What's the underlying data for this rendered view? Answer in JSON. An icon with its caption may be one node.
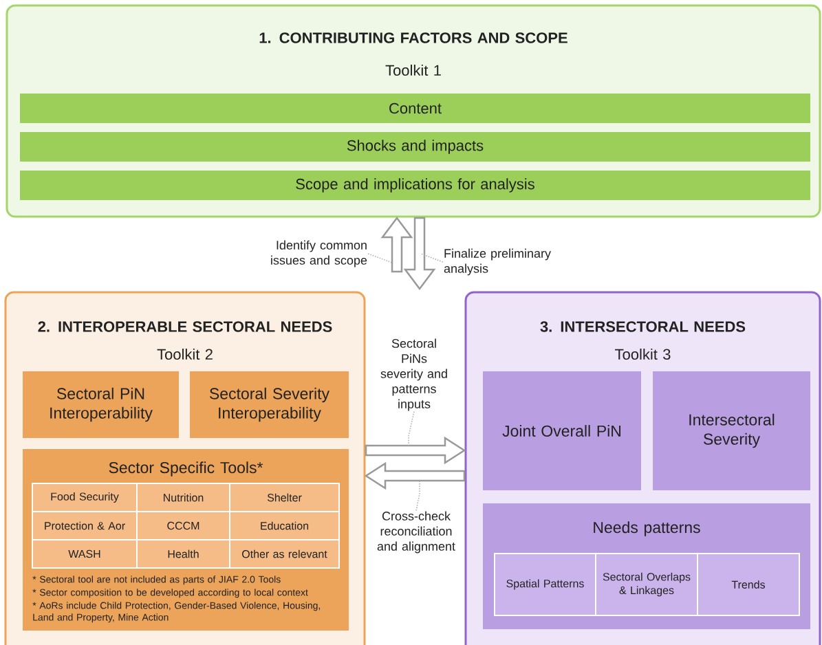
{
  "diagram": {
    "nodes": [
      {
        "text": [
          "1. CONTRIBUTING FACTORS AND SCOPE",
          "Toolkit 1"
        ]
      },
      {
        "text": [
          "Content"
        ],
        "in": 0
      },
      {
        "text": [
          "Shocks and impacts"
        ],
        "in": 0
      },
      {
        "text": [
          "Scope and implications for analysis"
        ],
        "in": 0
      },
      {
        "text": [
          "2. INTEROPERABLE SECTORAL NEEDS",
          "Toolkit 2"
        ]
      },
      {
        "text": [
          "Sectoral PiN Interoperability"
        ],
        "in": 4
      },
      {
        "text": [
          "Sectoral Severity Interoperability"
        ],
        "in": 4
      },
      {
        "text": [
          "Sector Specific Tools*",
          "* Sectoral tool are not included as parts of JIAF 2.0 Tools",
          "* Sector composition to be developed according to local context",
          "* AoRs include Child Protection, Gender-Based Violence, Housing, Land and Property, Mine Action"
        ],
        "in": 4
      },
      {
        "text": [
          "Food Security"
        ],
        "in": 7
      },
      {
        "text": [
          "Nutrition"
        ],
        "in": 7
      },
      {
        "text": [
          "Shelter"
        ],
        "in": 7
      },
      {
        "text": [
          "Protection & Aor"
        ],
        "in": 7
      },
      {
        "text": [
          "CCCM"
        ],
        "in": 7
      },
      {
        "text": [
          "Education"
        ],
        "in": 7
      },
      {
        "text": [
          "WASH"
        ],
        "in": 7
      },
      {
        "text": [
          "Health"
        ],
        "in": 7
      },
      {
        "text": [
          "Other as relevant"
        ],
        "in": 7
      },
      {
        "text": [
          "3. INTERSECTORAL NEEDS",
          "Toolkit 3"
        ]
      },
      {
        "text": [
          "Joint Overall PiN"
        ],
        "in": 17
      },
      {
        "text": [
          "Intersectoral Severity"
        ],
        "in": 17
      },
      {
        "text": [
          "Needs patterns"
        ],
        "in": 17
      },
      {
        "text": [
          "Spatial Patterns"
        ],
        "in": 20
      },
      {
        "text": [
          "Sectoral Overlaps & Linkages"
        ],
        "in": 20
      },
      {
        "text": [
          "Trends"
        ],
        "in": 20
      },
      {
        "text": [
          "Identify common issues and scope"
        ]
      },
      {
        "text": [
          "Finalize preliminary analysis"
        ]
      },
      {
        "text": [
          "Sectoral PiNs severity and patterns inputs"
        ]
      },
      {
        "text": [
          "Cross-check reconciliation and alignment"
        ]
      }
    ],
    "edges": [
      {
        "from": null,
        "to": 0,
        "arrow": "to"
      },
      {
        "from": 0,
        "to": null,
        "arrow": "to"
      },
      {
        "from": 4,
        "to": 17,
        "arrow": "to"
      },
      {
        "from": 17,
        "to": 4,
        "arrow": "to"
      },
      {
        "from": 24,
        "to": null,
        "arrow": "none",
        "style": "dashed"
      },
      {
        "from": 25,
        "to": null,
        "arrow": "none",
        "style": "dashed"
      },
      {
        "from": 26,
        "to": null,
        "arrow": "none",
        "style": "dashed"
      },
      {
        "from": 27,
        "to": null,
        "arrow": "none",
        "style": "dashed"
      }
    ]
  }
}
